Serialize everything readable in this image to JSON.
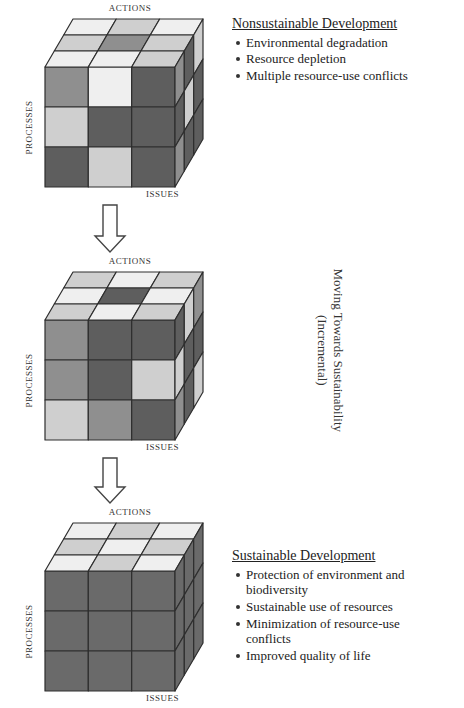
{
  "diagram": {
    "nodes": [
      {
        "text": [
          "ACTIONS",
          "PROCESSES",
          "ISSUES"
        ]
      },
      {
        "text": [
          "ACTIONS",
          "PROCESSES",
          "ISSUES"
        ]
      },
      {
        "text": [
          "ACTIONS",
          "PROCESSES",
          "ISSUES"
        ]
      }
    ],
    "edges": [
      {
        "from": 0,
        "to": 1,
        "arrow": "to"
      },
      {
        "from": 1,
        "to": 2,
        "arrow": "to"
      }
    ],
    "labels": [
      "Nonsustainable Development",
      "Environmental degradation",
      "Resource depletion",
      "Multiple resource-use conflicts",
      "Moving Towards Sustainability (Incremental)",
      "Sustainable Development",
      "Protection of environment and biodiversity",
      "Sustainable use of resources",
      "Minimization of resource-use conflicts",
      "Improved quality of life"
    ]
  }
}
